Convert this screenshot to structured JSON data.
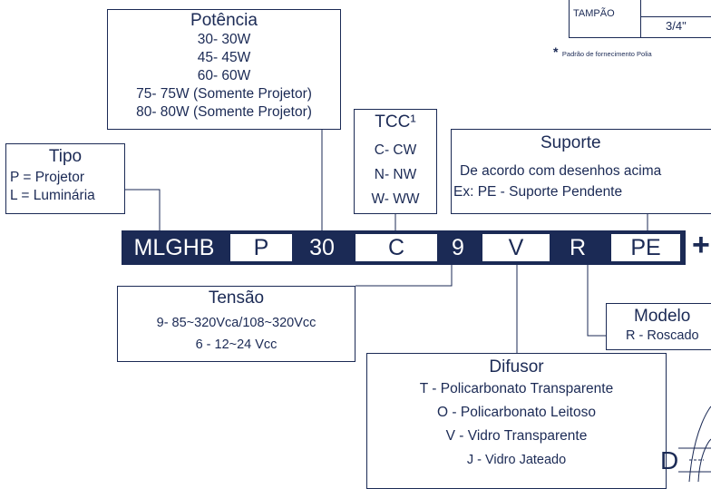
{
  "table_fragment": {
    "row_label": "TAMPÃO",
    "size": "3/4\""
  },
  "footnote": {
    "star": "*",
    "text": "Padrão de fornecimento Polia"
  },
  "potencia": {
    "title": "Potência",
    "items": [
      "30- 30W",
      "45- 45W",
      "60- 60W",
      "75- 75W (Somente Projetor)",
      "80- 80W (Somente Projetor)"
    ]
  },
  "tipo": {
    "title": "Tipo",
    "items": [
      "P = Projetor",
      "L = Luminária"
    ]
  },
  "tcc": {
    "title": "TCC¹",
    "items": [
      "C- CW",
      "N- NW",
      "W- WW"
    ]
  },
  "suporte": {
    "title": "Suporte",
    "items": [
      "De acordo com desenhos acima",
      "Ex: PE - Suporte Pendente"
    ]
  },
  "code": {
    "segments": [
      "MLGHB",
      "P",
      "30",
      "C",
      "9",
      "V",
      "R",
      "PE"
    ],
    "plus": "+"
  },
  "tensao": {
    "title": "Tensão",
    "items": [
      "9- 85~320Vca/108~320Vcc",
      "6 - 12~24 Vcc"
    ]
  },
  "modelo": {
    "title": "Modelo",
    "items": [
      "R - Roscado"
    ]
  },
  "difusor": {
    "title": "Difusor",
    "items": [
      "T - Policarbonato Transparente",
      "O - Policarbonato Leitoso",
      "V - Vidro Transparente",
      "J - Vidro Jateado"
    ]
  },
  "drawing_label": "D",
  "colors": {
    "navy": "#1b2a55",
    "white": "#ffffff"
  }
}
